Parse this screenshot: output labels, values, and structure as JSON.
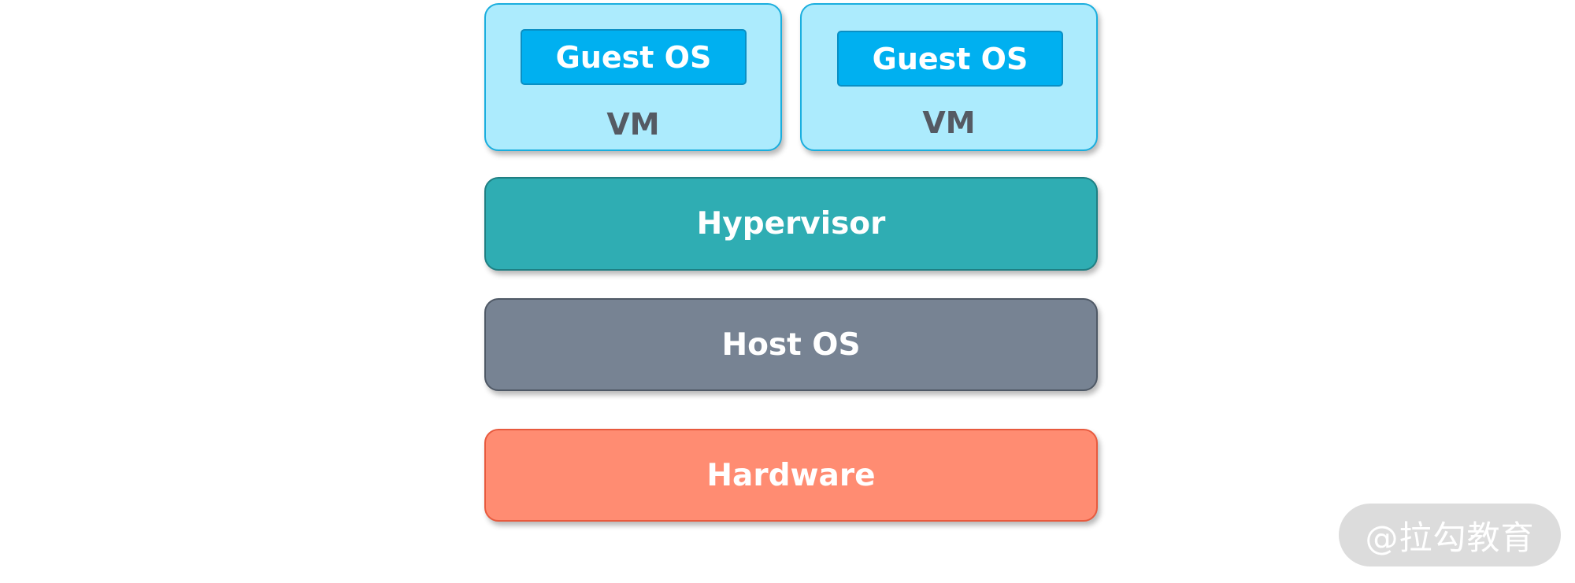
{
  "diagram": {
    "vms": [
      {
        "guest_label": "Guest OS",
        "vm_label": "VM"
      },
      {
        "guest_label": "Guest OS",
        "vm_label": "VM"
      }
    ],
    "layers": {
      "hypervisor": "Hypervisor",
      "host_os": "Host OS",
      "hardware": "Hardware"
    },
    "colors": {
      "vm_fill": "#acebfd",
      "vm_border": "#1aaede",
      "guest_fill": "#00b0f0",
      "hypervisor": "#2fadb3",
      "host_os": "#778393",
      "hardware": "#ff8c72"
    }
  },
  "watermark": "@拉勾教育"
}
